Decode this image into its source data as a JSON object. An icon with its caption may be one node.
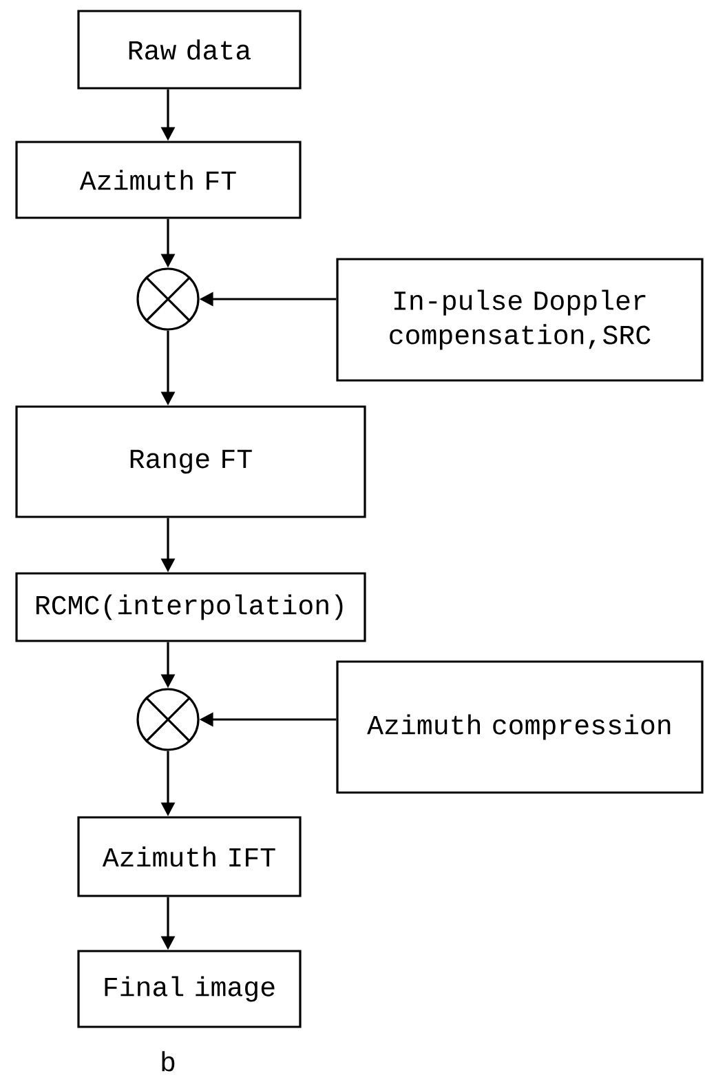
{
  "diagram": {
    "nodes": [
      {
        "text": [
          "Raw data"
        ]
      },
      {
        "text": [
          "Azimuth FT"
        ]
      },
      {
        "text": [],
        "shape": "circle"
      },
      {
        "text": [
          "In-pulse Doppler compensation,SRC"
        ]
      },
      {
        "text": [
          "Range FT"
        ]
      },
      {
        "text": [
          "RCMC(interpolation)"
        ]
      },
      {
        "text": [],
        "shape": "circle"
      },
      {
        "text": [
          "Azimuth compression"
        ]
      },
      {
        "text": [
          "Azimuth IFT"
        ]
      },
      {
        "text": [
          "Final image"
        ]
      }
    ],
    "edges": [
      {
        "from": 0,
        "to": 1,
        "arrow": "to"
      },
      {
        "from": 1,
        "to": 2,
        "arrow": "to"
      },
      {
        "from": 3,
        "to": 2,
        "arrow": "to"
      },
      {
        "from": 2,
        "to": 4,
        "arrow": "to"
      },
      {
        "from": 4,
        "to": 5,
        "arrow": "to"
      },
      {
        "from": 5,
        "to": 6,
        "arrow": "to"
      },
      {
        "from": 7,
        "to": 6,
        "arrow": "to"
      },
      {
        "from": 6,
        "to": 8,
        "arrow": "to"
      },
      {
        "from": 8,
        "to": 9,
        "arrow": "to"
      }
    ],
    "labels": [
      "b"
    ]
  }
}
